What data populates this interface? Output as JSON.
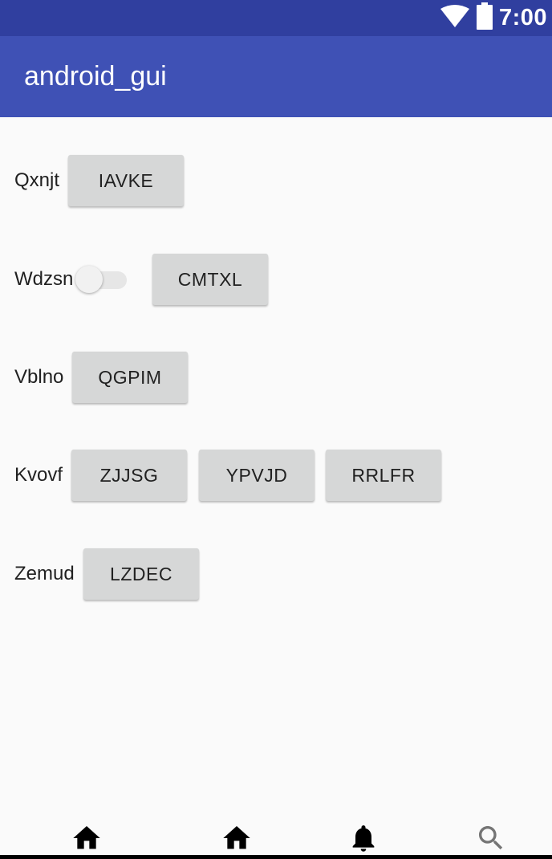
{
  "status_bar": {
    "time": "7:00",
    "icons": [
      "wifi-icon",
      "battery-icon"
    ]
  },
  "app_bar": {
    "title": "android_gui"
  },
  "rows": [
    {
      "label": "Qxnjt",
      "buttons": [
        "IAVKE"
      ]
    },
    {
      "label": "Wdzsn",
      "switch": {
        "on": false
      },
      "buttons": [
        "CMTXL"
      ]
    },
    {
      "label": "Vblno",
      "buttons": [
        "QGPIM"
      ]
    },
    {
      "label": "Kvovf",
      "buttons": [
        "ZJJSG",
        "YPVJD",
        "RRLFR"
      ]
    },
    {
      "label": "Zemud",
      "buttons": [
        "LZDEC"
      ]
    }
  ],
  "bottom_nav": {
    "icons": [
      "home-icon",
      "home-icon",
      "bell-icon",
      "search-icon"
    ]
  },
  "colors": {
    "status_bar": "#303f9f",
    "app_bar": "#3f51b5",
    "background": "#fafafa",
    "button": "#d6d7d7"
  }
}
